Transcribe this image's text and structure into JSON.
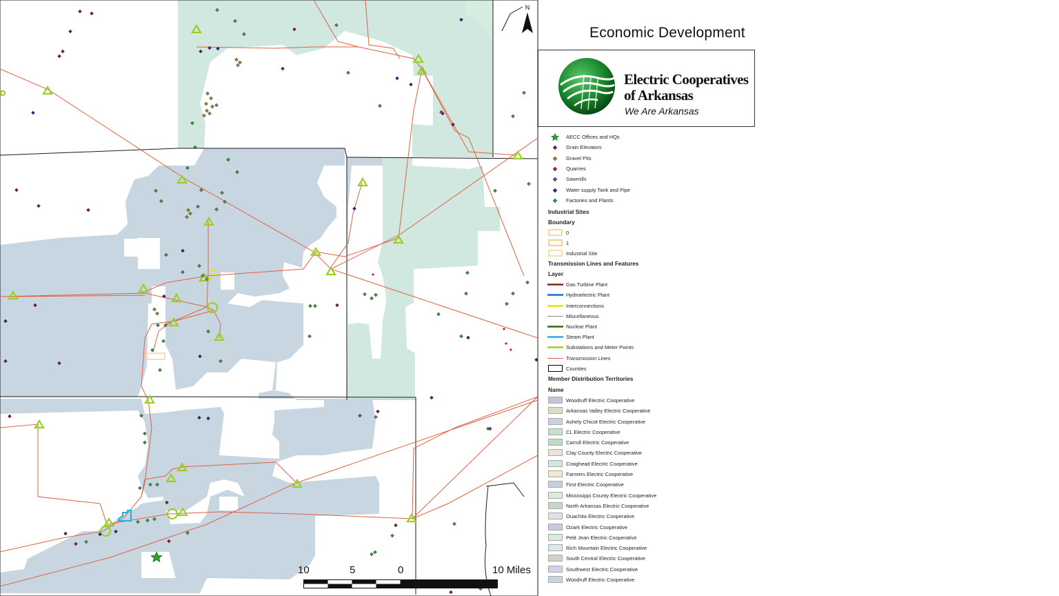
{
  "title": "Economic Development",
  "logo": {
    "line1": "Electric Cooperatives",
    "line2": "of Arkansas",
    "tagline": "We Are Arkansas",
    "globe_color": "#1c8a2e"
  },
  "north_arrow": {
    "label": "N"
  },
  "scale_bar": {
    "labels": [
      "10",
      "5",
      "0",
      "10 Miles"
    ]
  },
  "legend": {
    "points": [
      {
        "label": "AECC Offices and HQs",
        "symbol": "star",
        "color": "#2e9e2e"
      },
      {
        "label": "Grain Elevators",
        "symbol": "diamond",
        "color": "#8b1a3a"
      },
      {
        "label": "Gravel Pits",
        "symbol": "diamond",
        "color": "#8a8a3a"
      },
      {
        "label": "Quarries",
        "symbol": "diamond",
        "color": "#e01010"
      },
      {
        "label": "Sawmills",
        "symbol": "diamond",
        "color": "#7a3aa0"
      },
      {
        "label": "Water supply Tank and Pipe",
        "symbol": "diamond",
        "color": "#2a2a9a"
      },
      {
        "label": "Factories and Plants",
        "symbol": "diamond",
        "color": "#3a9a3a"
      }
    ],
    "industrial_heading": "Industrial Sites",
    "boundary_heading": "Boundary",
    "boundary_items": [
      {
        "label": "0",
        "color": "#f5d9a0"
      },
      {
        "label": "1",
        "color": "#f3cf8a"
      },
      {
        "label": "Industrial Site",
        "color": "#f7dfb0"
      }
    ],
    "transmission_heading": "Transmission Lines and Features",
    "layer_heading": "Layer",
    "layer_items": [
      {
        "label": "Gas Turbine Plant",
        "color": "#7a2a10"
      },
      {
        "label": "Hydroelectric Plant",
        "color": "#1a6ad0"
      },
      {
        "label": "Interconnections",
        "color": "#e8e010"
      },
      {
        "label": "Miscellaneous",
        "color": "#8a8a8a"
      },
      {
        "label": "Nuclear Plant",
        "color": "#2a6a10"
      },
      {
        "label": "Steam Plant",
        "color": "#20b0e0"
      },
      {
        "label": "Substations and Meter Points",
        "color": "#9ad020"
      },
      {
        "label": "Transmission Lines",
        "color": "#e06040"
      },
      {
        "label": "Counties",
        "color": "#000000"
      }
    ],
    "territories_heading": "Member Distribution Territories",
    "name_heading": "Name",
    "territories": [
      {
        "label": "Woodruff Electric Cooperative",
        "color": "#c9c3d9"
      },
      {
        "label": "Arkansas Valley Electric Cooperative",
        "color": "#d3e1c6"
      },
      {
        "label": "Ashely Chicot Electric Cooperative",
        "color": "#ccd3de"
      },
      {
        "label": "CL Electric Cooperative",
        "color": "#c7e0d2"
      },
      {
        "label": "Carroll Electric Cooperative",
        "color": "#bfdcc2"
      },
      {
        "label": "Clay County Electric Cooperative",
        "color": "#e9e6d7"
      },
      {
        "label": "Craighead Electric Cooperative",
        "color": "#d0e8e0"
      },
      {
        "label": "Farmers Electric Cooperative",
        "color": "#f2ead0"
      },
      {
        "label": "First Electric Cooperative",
        "color": "#c5cfdd"
      },
      {
        "label": "Mississippi County Electric Cooperative",
        "color": "#d9ecd6"
      },
      {
        "label": "North Arkansas Electric Cooperative",
        "color": "#c6d8c9"
      },
      {
        "label": "Ouachita Electric Cooperative",
        "color": "#dfe3e6"
      },
      {
        "label": "Ozark Electric Cooperative",
        "color": "#cdc6e0"
      },
      {
        "label": "Petit Jean Electric Cooperative",
        "color": "#d6ece0"
      },
      {
        "label": "Rich Mountain Electric Cooperative",
        "color": "#dde9e4"
      },
      {
        "label": "South Central Electric Cooperative",
        "color": "#d3d3c9"
      },
      {
        "label": "Southwest Electric Cooperative",
        "color": "#d0d2e8"
      },
      {
        "label": "Woodruff Electric Cooperative",
        "color": "#c7d6e1"
      }
    ]
  }
}
